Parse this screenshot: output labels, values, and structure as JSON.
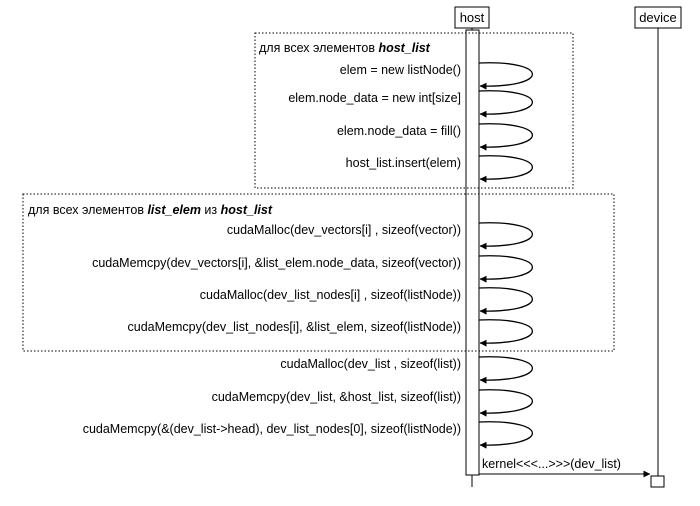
{
  "participants": {
    "host": "host",
    "device": "device"
  },
  "loop1": {
    "header_prefix": "для всех элементов ",
    "header_em": "host_list",
    "calls": [
      "elem = new listNode()",
      "elem.node_data = new int[size]",
      "elem.node_data = fill()",
      "host_list.insert(elem)"
    ]
  },
  "loop2": {
    "header_prefix": "для всех элементов ",
    "header_em1": "list_elem",
    "header_mid": " из ",
    "header_em2": "host_list",
    "calls": [
      "cudaMalloc(dev_vectors[i] , sizeof(vector))",
      "cudaMemcpy(dev_vectors[i], &list_elem.node_data, sizeof(vector))",
      "cudaMalloc(dev_list_nodes[i] , sizeof(listNode))",
      "cudaMemcpy(dev_list_nodes[i], &list_elem, sizeof(listNode))"
    ]
  },
  "calls_after": [
    "cudaMalloc(dev_list , sizeof(list))",
    "cudaMemcpy(dev_list, &host_list, sizeof(list))",
    "cudaMemcpy(&(dev_list->head), dev_list_nodes[0], sizeof(listNode))"
  ],
  "kernel_call": "kernel<<<...>>>(dev_list)"
}
